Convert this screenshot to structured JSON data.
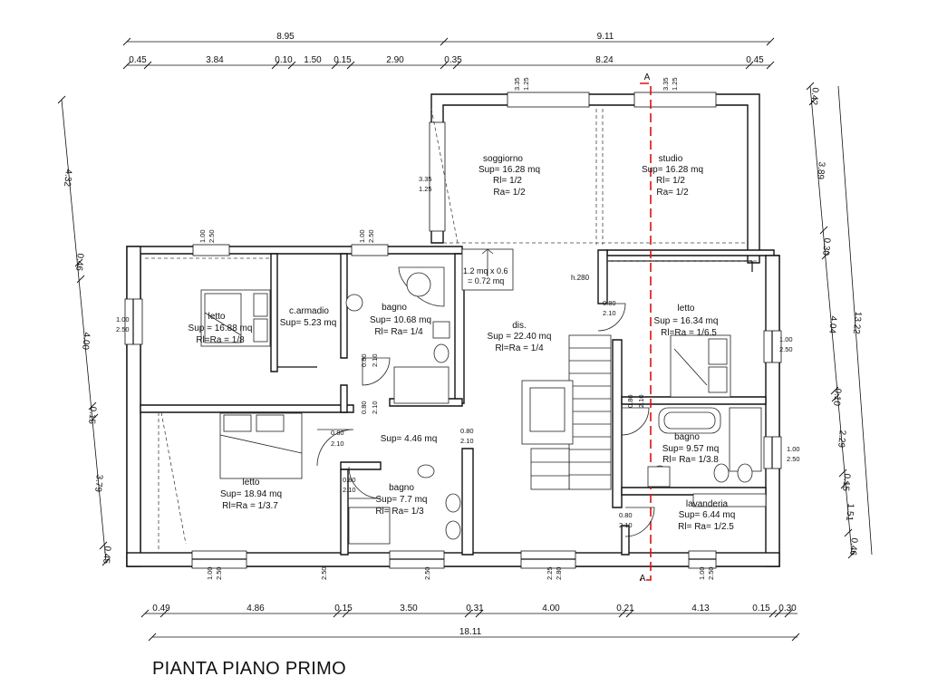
{
  "title": "PIANTA PIANO PRIMO",
  "dims": {
    "top_total": [
      "8.95",
      "9.11"
    ],
    "top_parts": [
      "0.45",
      "3.84",
      "0.10",
      "1.50",
      "0.15",
      "2.90",
      "0.35",
      "8.24",
      "0.45"
    ],
    "bottom_parts": [
      "0.49",
      "4.86",
      "0.15",
      "3.50",
      "0.31",
      "4.00",
      "0.21",
      "4.13",
      "0.15",
      "0.30"
    ],
    "bottom_total": "18.11",
    "left": [
      "4.32",
      "0.46",
      "4.00",
      "0.15",
      "3.79",
      "0.45"
    ],
    "right": [
      "0.42",
      "3.89",
      "0.30",
      "4.04",
      "0.10",
      "2.29",
      "0.15",
      "1.51",
      "0.46"
    ],
    "right_total": "13.22"
  },
  "rooms": [
    {
      "name": "soggiorno",
      "lines": [
        "Sup= 16.28 mq",
        "Rl= 1/2",
        "Ra= 1/2"
      ]
    },
    {
      "name": "studio",
      "lines": [
        "Sup= 16.28 mq",
        "Rl= 1/2",
        "Ra= 1/2"
      ]
    },
    {
      "name": "letto",
      "lines": [
        "Sup = 16.88 mq",
        "Rl=Ra = 1/8"
      ]
    },
    {
      "name": "c.armadio",
      "lines": [
        "Sup= 5.23 mq"
      ]
    },
    {
      "name": "bagno",
      "lines": [
        "Sup= 10.68 mq",
        "Rl= Ra= 1/4"
      ]
    },
    {
      "name": "dis.",
      "lines": [
        "Sup = 22.40 mq",
        "Rl=Ra = 1/4"
      ]
    },
    {
      "name": "letto",
      "lines": [
        "Sup = 16.34 mq",
        "Rl=Ra = 1/6.5"
      ]
    },
    {
      "name": "bagno",
      "lines": [
        "Sup= 9.57 mq",
        "Rl= Ra= 1/3.8"
      ]
    },
    {
      "name": "lavanderia",
      "lines": [
        "Sup= 6.44 mq",
        "Rl= Ra= 1/2.5"
      ]
    },
    {
      "name": "letto",
      "lines": [
        "Sup= 18.94 mq",
        "Rl=Ra = 1/3.7"
      ]
    },
    {
      "name": "bagno",
      "lines": [
        "Sup= 7.7 mq",
        "Rl= Ra= 1/3"
      ]
    },
    {
      "name": "",
      "lines": [
        "Sup= 4.46 mq"
      ]
    }
  ],
  "skylight": [
    "1.2 mq x 0.6",
    "= 0.72 mq"
  ],
  "height_label": "h.280",
  "section_label": "A",
  "openings": {
    "door": [
      "0.80",
      "2.10"
    ],
    "window_100": [
      "1.00",
      "2.50"
    ],
    "window_335": [
      "3.35",
      "1.25"
    ],
    "window_225": [
      "2.25",
      "2.80"
    ]
  }
}
